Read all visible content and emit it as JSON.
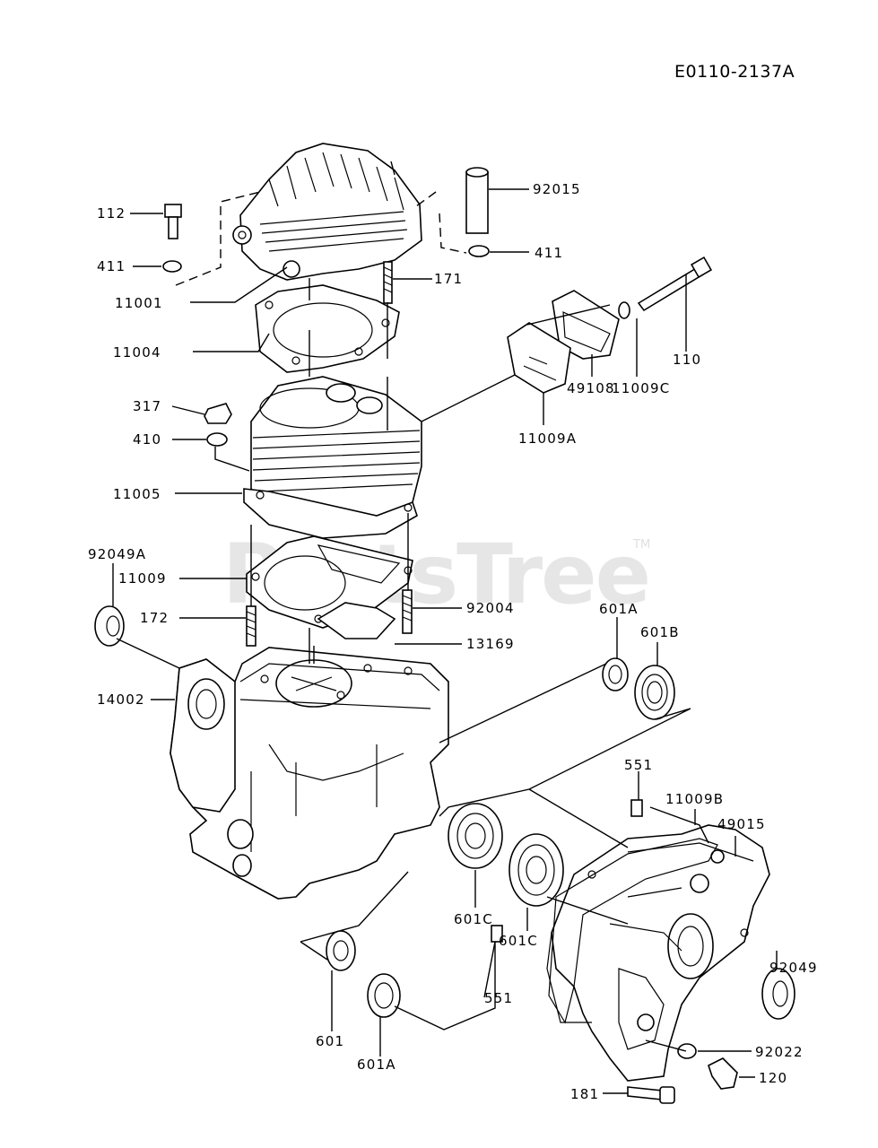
{
  "diagram": {
    "ref_code": "E0110-2137A",
    "watermark": "PartsTree",
    "watermark_tm": "TM",
    "parts": [
      {
        "label": "92015"
      },
      {
        "label": "112"
      },
      {
        "label": "411"
      },
      {
        "label": "411"
      },
      {
        "label": "171"
      },
      {
        "label": "11001"
      },
      {
        "label": "110"
      },
      {
        "label": "11004"
      },
      {
        "label": "11009C"
      },
      {
        "label": "49108"
      },
      {
        "label": "317"
      },
      {
        "label": "410"
      },
      {
        "label": "11009A"
      },
      {
        "label": "11005"
      },
      {
        "label": "92049A"
      },
      {
        "label": "11009"
      },
      {
        "label": "172"
      },
      {
        "label": "92004"
      },
      {
        "label": "601A"
      },
      {
        "label": "601B"
      },
      {
        "label": "13169"
      },
      {
        "label": "14002"
      },
      {
        "label": "551"
      },
      {
        "label": "11009B"
      },
      {
        "label": "49015"
      },
      {
        "label": "601C"
      },
      {
        "label": "601C"
      },
      {
        "label": "92049"
      },
      {
        "label": "551"
      },
      {
        "label": "601"
      },
      {
        "label": "601A"
      },
      {
        "label": "92022"
      },
      {
        "label": "120"
      },
      {
        "label": "181"
      }
    ]
  }
}
